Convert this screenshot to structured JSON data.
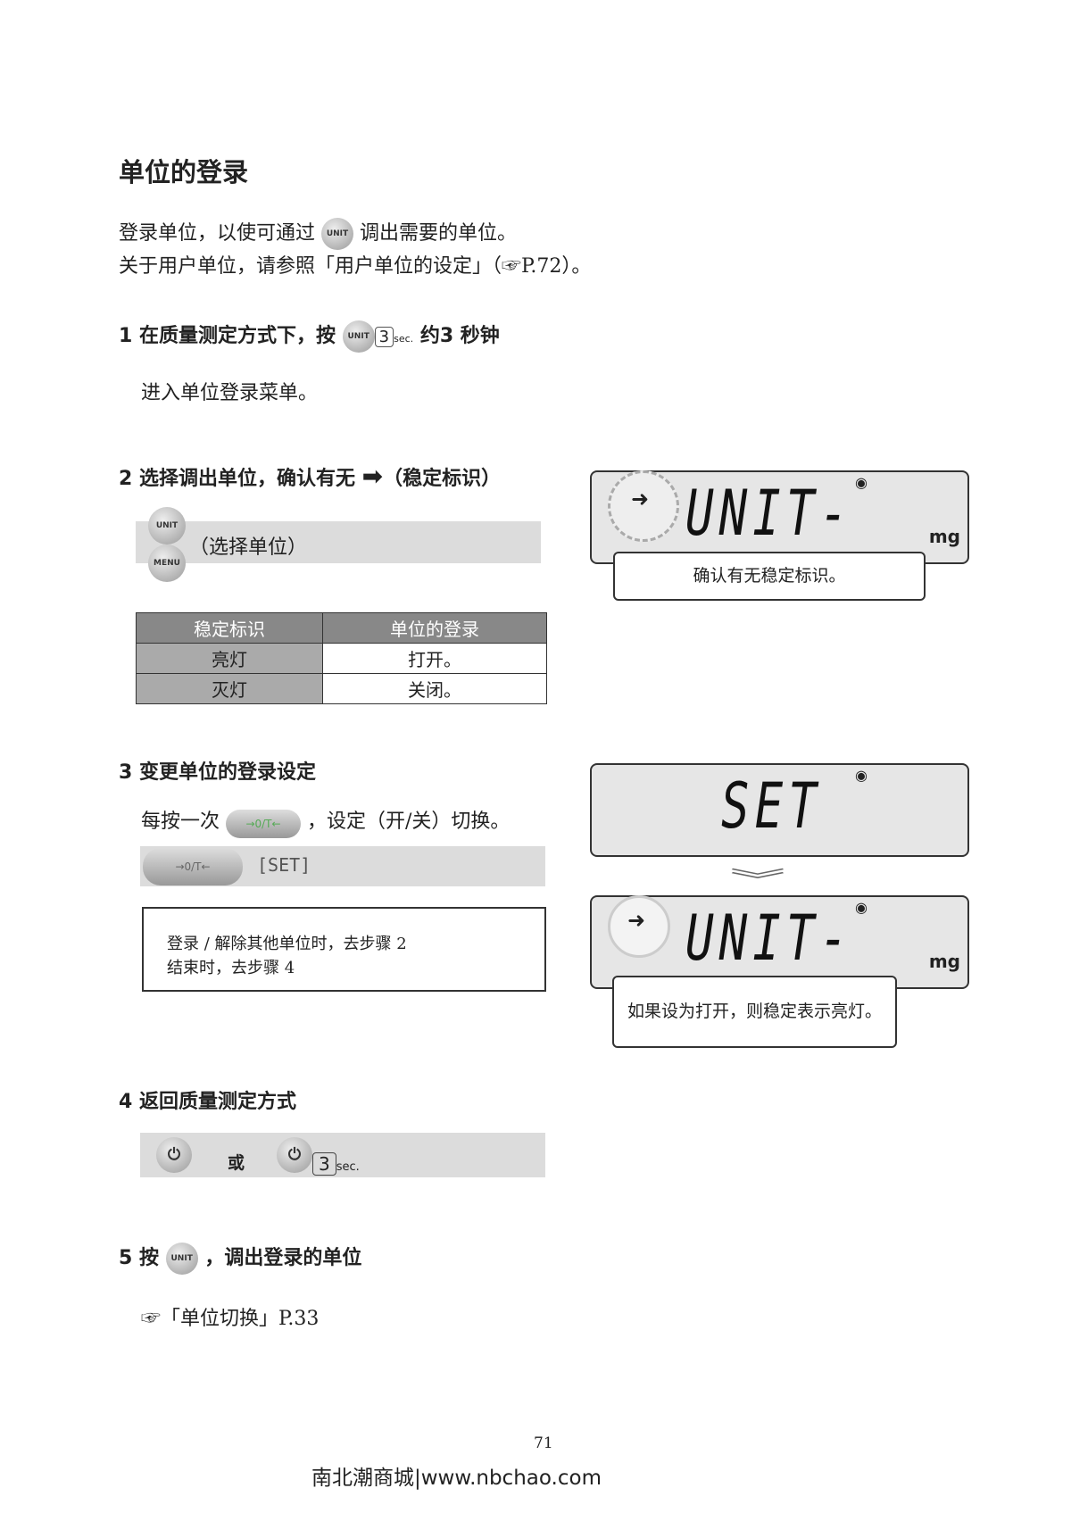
{
  "title": "单位的登录",
  "intro": {
    "line1_a": "登录单位，以使可通过",
    "line1_b": "调出需要的单位。",
    "line2": "关于用户单位，请参照「用户单位的设定」（",
    "line2_ref": "P.72）。",
    "unit_key": "UNIT"
  },
  "step1": {
    "num": "1",
    "text": "在质量测定方式下，按",
    "text2": "约3 秒钟",
    "sec": "3",
    "sec_unit": "sec.",
    "sub": "进入单位登录菜单。"
  },
  "step2": {
    "num": "2",
    "text": "选择调出单位，确认有无",
    "text2": "（稳定标识）",
    "band": "（选择单位）",
    "key1": "UNIT",
    "key2": "MENU",
    "table": {
      "headers": [
        "稳定标识",
        "单位的登录"
      ],
      "rows": [
        [
          "亮灯",
          "打开。"
        ],
        [
          "灭灯",
          "关闭。"
        ]
      ]
    },
    "display": {
      "text": "UNIT-",
      "unit": "mg",
      "callout": "确认有无稳定标识。"
    }
  },
  "step3": {
    "num": "3",
    "text": "变更单位的登录设定",
    "line_a": "每按一次",
    "line_b": "，设定（开/关）切换。",
    "key": "→0/T←",
    "band": "[SET]",
    "note1": "登录 / 解除其他单位时，去步骤 2",
    "note2": "结束时，去步骤 4",
    "display_set": "SET",
    "display2": {
      "text": "UNIT-",
      "unit": "mg",
      "callout": "如果设为打开，则稳定表示亮灯。"
    }
  },
  "step4": {
    "num": "4",
    "text": "返回质量测定方式",
    "or": "或",
    "sec": "3",
    "sec_unit": "sec."
  },
  "step5": {
    "num": "5",
    "text_a": "按",
    "text_b": "，调出登录的单位",
    "key": "UNIT",
    "ref": "「单位切换」P.33"
  },
  "page_number": "71",
  "watermark": "南北潮商城|www.nbchao.com"
}
